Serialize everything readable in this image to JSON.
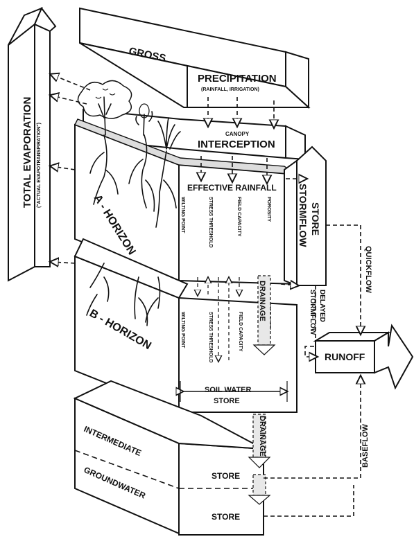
{
  "labels": {
    "gross": "GROSS",
    "precipitation": "PRECIPITATION",
    "rainfall_irrigation": "(RAINFALL, IRRIGATION)",
    "canopy": "CANOPY",
    "interception": "INTERCEPTION",
    "total_evaporation": "TOTAL EVAPORATION",
    "actual_evapotranspiration": "(\"ACTUAL EVAPOTRANSPIRATION\")",
    "effective_rainfall": "EFFECTIVE RAINFALL",
    "a_horizon": "A - HORIZON",
    "b_horizon": "B - HORIZON",
    "wilting_point": "WILTING POINT",
    "stress_threshold": "STRESS THRESHOLD",
    "field_capacity": "FIELD CAPACITY",
    "porosity": "POROSITY",
    "stormflow": "STORMFLOW",
    "store": "STORE",
    "quickflow": "QUICKFLOW",
    "delayed_stormflow_1": "DELAYED",
    "delayed_stormflow_2": "STORMFLOW",
    "drainage": "DRAINAGE",
    "runoff": "RUNOFF",
    "soil_water_store_1": "SOIL WATER",
    "soil_water_store_2": "STORE",
    "intermediate": "INTERMEDIATE",
    "groundwater": "GROUNDWATER",
    "baseflow": "BASEFLOW"
  }
}
